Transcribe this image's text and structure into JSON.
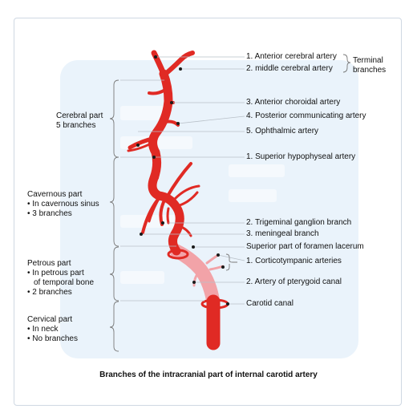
{
  "caption": "Branches of the intracranial part of internal carotid artery",
  "colors": {
    "artery": "#e02a24",
    "artery_dark": "#b81b18",
    "petrous_segment": "#f2a3a8",
    "leader": "#b8c0c8",
    "background_panel": "#eaf3fb"
  },
  "segments": [
    {
      "title": "Cerebral part",
      "details": [
        "5 branches"
      ]
    },
    {
      "title": "Cavernous part",
      "details": [
        "• In cavernous sinus",
        "• 3 branches"
      ]
    },
    {
      "title": "Petrous part",
      "details": [
        "• In petrous part",
        "  of temporal bone",
        "• 2 branches"
      ]
    },
    {
      "title": "Cervical part",
      "details": [
        "• In neck",
        "• No branches"
      ]
    }
  ],
  "labels": {
    "anterior_cerebral": "1. Anterior cerebral artery",
    "middle_cerebral": "2. middle cerebral artery",
    "terminal_branches": [
      "Terminal",
      "branches"
    ],
    "anterior_choroidal": "3. Anterior choroidal artery",
    "posterior_communicating": "4. Posterior communicating artery",
    "ophthalmic": "5. Ophthalmic artery",
    "superior_hypophyseal": "1. Superior hypophyseal artery",
    "trigeminal_ganglion": "2. Trigeminal ganglion branch",
    "meningeal": "3. meningeal branch",
    "foramen_lacerum": "Superior part of foramen lacerum",
    "corticotympanic": "1. Corticotympanic arteries",
    "pterygoid_canal": "2. Artery of pterygoid canal",
    "carotid_canal": "Carotid canal"
  }
}
